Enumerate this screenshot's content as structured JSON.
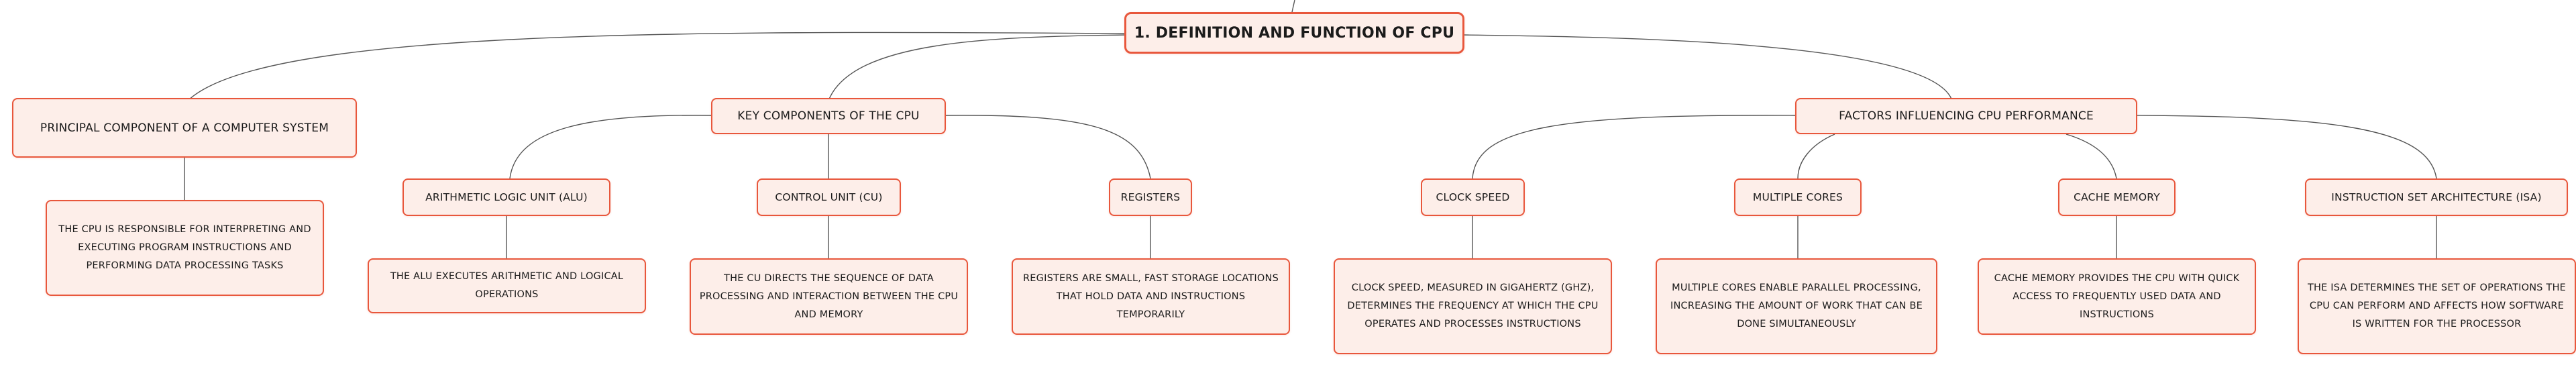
{
  "colors": {
    "node_fill": "#fdeee9",
    "node_border": "#e8573c",
    "connector": "#555555"
  },
  "root": {
    "label": "1. DEFINITION AND FUNCTION OF CPU"
  },
  "principal": {
    "label": "PRINCIPAL COMPONENT OF A COMPUTER SYSTEM",
    "description": "THE CPU IS RESPONSIBLE FOR INTERPRETING AND EXECUTING PROGRAM INSTRUCTIONS AND PERFORMING DATA PROCESSING TASKS"
  },
  "key_components": {
    "label": "KEY COMPONENTS OF THE CPU",
    "items": [
      {
        "label": "ARITHMETIC LOGIC UNIT (ALU)",
        "description": "THE ALU EXECUTES ARITHMETIC AND LOGICAL OPERATIONS"
      },
      {
        "label": "CONTROL UNIT (CU)",
        "description": "THE CU DIRECTS THE SEQUENCE OF DATA PROCESSING AND INTERACTION BETWEEN THE CPU AND MEMORY"
      },
      {
        "label": "REGISTERS",
        "description": "REGISTERS ARE SMALL, FAST STORAGE LOCATIONS THAT HOLD DATA AND INSTRUCTIONS TEMPORARILY"
      }
    ]
  },
  "performance_factors": {
    "label": "FACTORS INFLUENCING CPU PERFORMANCE",
    "items": [
      {
        "label": "CLOCK SPEED",
        "description": "CLOCK SPEED, MEASURED IN GIGAHERTZ (GHZ), DETERMINES THE FREQUENCY AT WHICH THE CPU OPERATES AND PROCESSES INSTRUCTIONS"
      },
      {
        "label": "MULTIPLE CORES",
        "description": "MULTIPLE CORES ENABLE PARALLEL PROCESSING, INCREASING THE AMOUNT OF WORK THAT CAN BE DONE SIMULTANEOUSLY"
      },
      {
        "label": "CACHE MEMORY",
        "description": "CACHE MEMORY PROVIDES THE CPU WITH QUICK ACCESS TO FREQUENTLY USED DATA AND INSTRUCTIONS"
      },
      {
        "label": "INSTRUCTION SET ARCHITECTURE (ISA)",
        "description": "THE ISA DETERMINES THE SET OF OPERATIONS THE CPU CAN PERFORM AND AFFECTS HOW SOFTWARE IS WRITTEN FOR THE PROCESSOR"
      }
    ]
  }
}
